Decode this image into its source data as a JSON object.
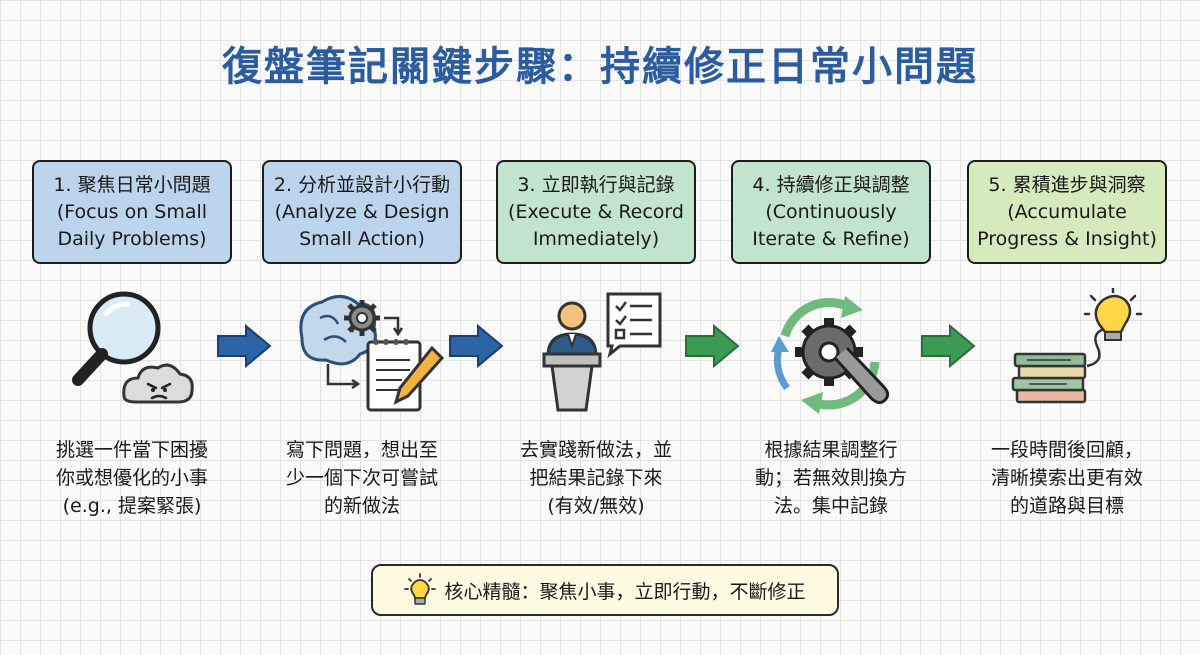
{
  "title": "復盤筆記關鍵步驟：持續修正日常小問題",
  "steps": [
    {
      "heading": [
        "1. 聚焦日常小問題",
        "(Focus on Small",
        "Daily Problems)"
      ],
      "description": [
        "挑選一件當下困擾",
        "你或想優化的小事",
        "(e.g., 提案緊張)"
      ],
      "icon": "magnifier-cloud-icon",
      "fill": "#bcd4ec"
    },
    {
      "heading": [
        "2. 分析並設計小行動",
        "(Analyze & Design",
        "Small Action)"
      ],
      "description": [
        "寫下問題，想出至",
        "少一個下次可嘗試",
        "的新做法"
      ],
      "icon": "brain-gear-notepad-icon",
      "fill": "#bcd4ec"
    },
    {
      "heading": [
        "3. 立即執行與記錄",
        "(Execute & Record",
        "Immediately)"
      ],
      "description": [
        "去實踐新做法，並",
        "把結果記錄下來",
        "(有效/無效)"
      ],
      "icon": "speaker-checklist-icon",
      "fill": "#c2e3cc"
    },
    {
      "heading": [
        "4. 持續修正與調整",
        "(Continuously",
        "Iterate & Refine)"
      ],
      "description": [
        "根據結果調整行",
        "動；若無效則換方",
        "法。集中記錄"
      ],
      "icon": "gear-wrench-cycle-icon",
      "fill": "#c2e3cc"
    },
    {
      "heading": [
        "5. 累積進步與洞察",
        "(Accumulate",
        "Progress & Insight)"
      ],
      "description": [
        "一段時間後回顧，",
        "清晰摸索出更有效",
        "的道路與目標"
      ],
      "icon": "notebooks-lightbulb-icon",
      "fill": "#d5eabd"
    }
  ],
  "arrows": [
    {
      "icon": "arrow-right-icon",
      "color": "#2c64a8"
    },
    {
      "icon": "arrow-right-icon",
      "color": "#2c64a8"
    },
    {
      "icon": "arrow-right-icon",
      "color": "#3d9a52"
    },
    {
      "icon": "arrow-right-icon",
      "color": "#3d9a52"
    }
  ],
  "core": {
    "icon": "lightbulb-icon",
    "text": "核心精髓：聚焦小事，立即行動，不斷修正"
  }
}
